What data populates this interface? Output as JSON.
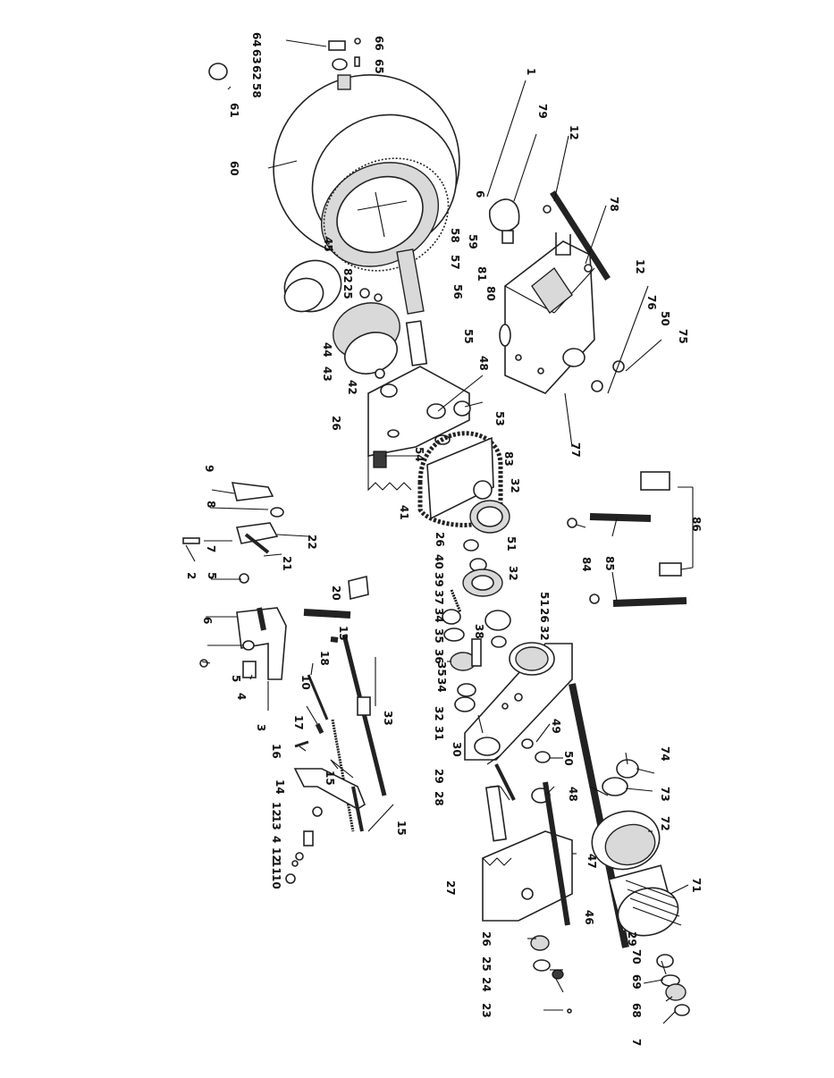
{
  "diagram": {
    "callouts": [
      "64",
      "66",
      "63",
      "62",
      "65",
      "58",
      "61",
      "1",
      "79",
      "60",
      "6",
      "12",
      "45",
      "25",
      "82",
      "58",
      "57",
      "59",
      "78",
      "81",
      "80",
      "56",
      "12",
      "76",
      "50",
      "75",
      "55",
      "44",
      "43",
      "48",
      "42",
      "26",
      "53",
      "54",
      "77",
      "9",
      "83",
      "8",
      "32",
      "41",
      "22",
      "7",
      "26",
      "51",
      "21",
      "2",
      "84",
      "85",
      "86",
      "5",
      "40",
      "20",
      "39",
      "37",
      "32",
      "51",
      "26",
      "6",
      "34",
      "13",
      "35",
      "32",
      "36",
      "38",
      "18",
      "5",
      "34",
      "35",
      "10",
      "4",
      "33",
      "3",
      "32",
      "17",
      "31",
      "16",
      "50",
      "15",
      "49",
      "14",
      "29",
      "74",
      "30",
      "12",
      "28",
      "73",
      "48",
      "13",
      "72",
      "15",
      "4",
      "11",
      "12",
      "47",
      "10",
      "27",
      "71",
      "29",
      "70",
      "26",
      "46",
      "25",
      "69",
      "24",
      "68",
      "23",
      "7"
    ]
  }
}
